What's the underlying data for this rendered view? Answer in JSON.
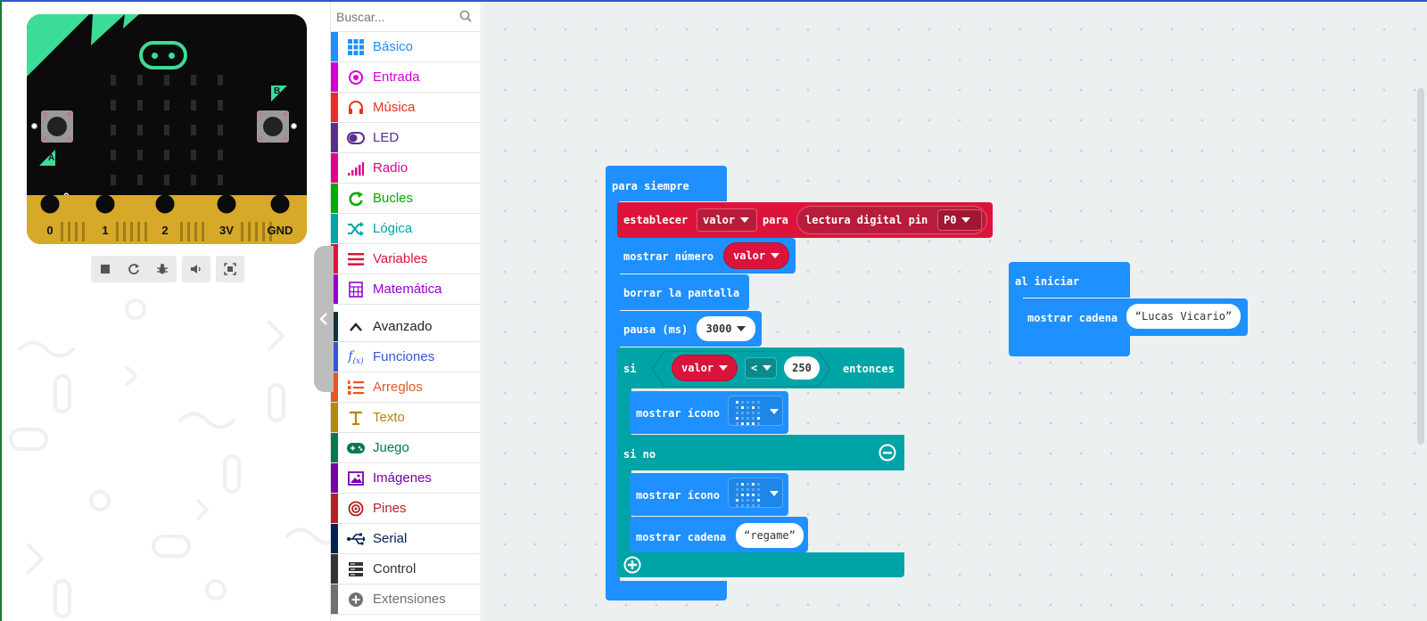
{
  "simulator": {
    "pins": [
      "0",
      "1",
      "2",
      "3V",
      "GND"
    ],
    "button_a": "A",
    "button_b": "B",
    "pin_value": "0",
    "toolbar_icons": [
      "stop-icon",
      "restart-icon",
      "debug-icon",
      "mute-icon",
      "fullscreen-icon"
    ]
  },
  "toolbox": {
    "search_placeholder": "Buscar...",
    "categories": [
      {
        "label": "Básico",
        "color": "#1e90ff",
        "icon": "grid-icon"
      },
      {
        "label": "Entrada",
        "color": "#d400d4",
        "icon": "target-icon"
      },
      {
        "label": "Música",
        "color": "#e63022",
        "icon": "headphones-icon"
      },
      {
        "label": "LED",
        "color": "#5c2d91",
        "icon": "toggle-icon"
      },
      {
        "label": "Radio",
        "color": "#e3008c",
        "icon": "signal-icon"
      },
      {
        "label": "Bucles",
        "color": "#00aa00",
        "icon": "loop-icon"
      },
      {
        "label": "Lógica",
        "color": "#00a4a6",
        "icon": "shuffle-icon"
      },
      {
        "label": "Variables",
        "color": "#dc143c",
        "icon": "list-icon"
      },
      {
        "label": "Matemática",
        "color": "#9400d3",
        "icon": "calculator-icon"
      }
    ],
    "advanced_categories": [
      {
        "label": "Avanzado",
        "color": "#14323c",
        "icon": "chevron-up-icon"
      },
      {
        "label": "Funciones",
        "color": "#3455db",
        "icon": "function-icon"
      },
      {
        "label": "Arreglos",
        "color": "#e65722",
        "icon": "ordered-list-icon"
      },
      {
        "label": "Texto",
        "color": "#b8860b",
        "icon": "text-icon"
      },
      {
        "label": "Juego",
        "color": "#007a4b",
        "icon": "gamepad-icon"
      },
      {
        "label": "Imágenes",
        "color": "#7600a8",
        "icon": "image-icon"
      },
      {
        "label": "Pines",
        "color": "#b22222",
        "icon": "pin-icon"
      },
      {
        "label": "Serial",
        "color": "#002050",
        "icon": "usb-icon"
      },
      {
        "label": "Control",
        "color": "#333333",
        "icon": "server-icon"
      },
      {
        "label": "Extensiones",
        "color": "#707070",
        "icon": "plus-circle-icon"
      }
    ]
  },
  "blocks": {
    "forever": {
      "label": "para siempre",
      "set": {
        "label": "establecer",
        "var": "valor",
        "to": "para",
        "reader": "lectura digital pin",
        "pin": "P0"
      },
      "show_number": {
        "label": "mostrar número",
        "var": "valor"
      },
      "clear": {
        "label": "borrar la pantalla"
      },
      "pause": {
        "label": "pausa (ms)",
        "value": "3000"
      },
      "if": {
        "label": "si",
        "var": "valor",
        "op": "<",
        "value": "250",
        "then": "entonces"
      },
      "show_icon_1": {
        "label": "mostrar ícono"
      },
      "else": {
        "label": "si no"
      },
      "show_icon_2": {
        "label": "mostrar ícono"
      },
      "show_string": {
        "label": "mostrar cadena",
        "value": "regame"
      }
    },
    "on_start": {
      "label": "al iniciar",
      "show_string": {
        "label": "mostrar cadena",
        "value": "Lucas Vicario"
      }
    }
  }
}
